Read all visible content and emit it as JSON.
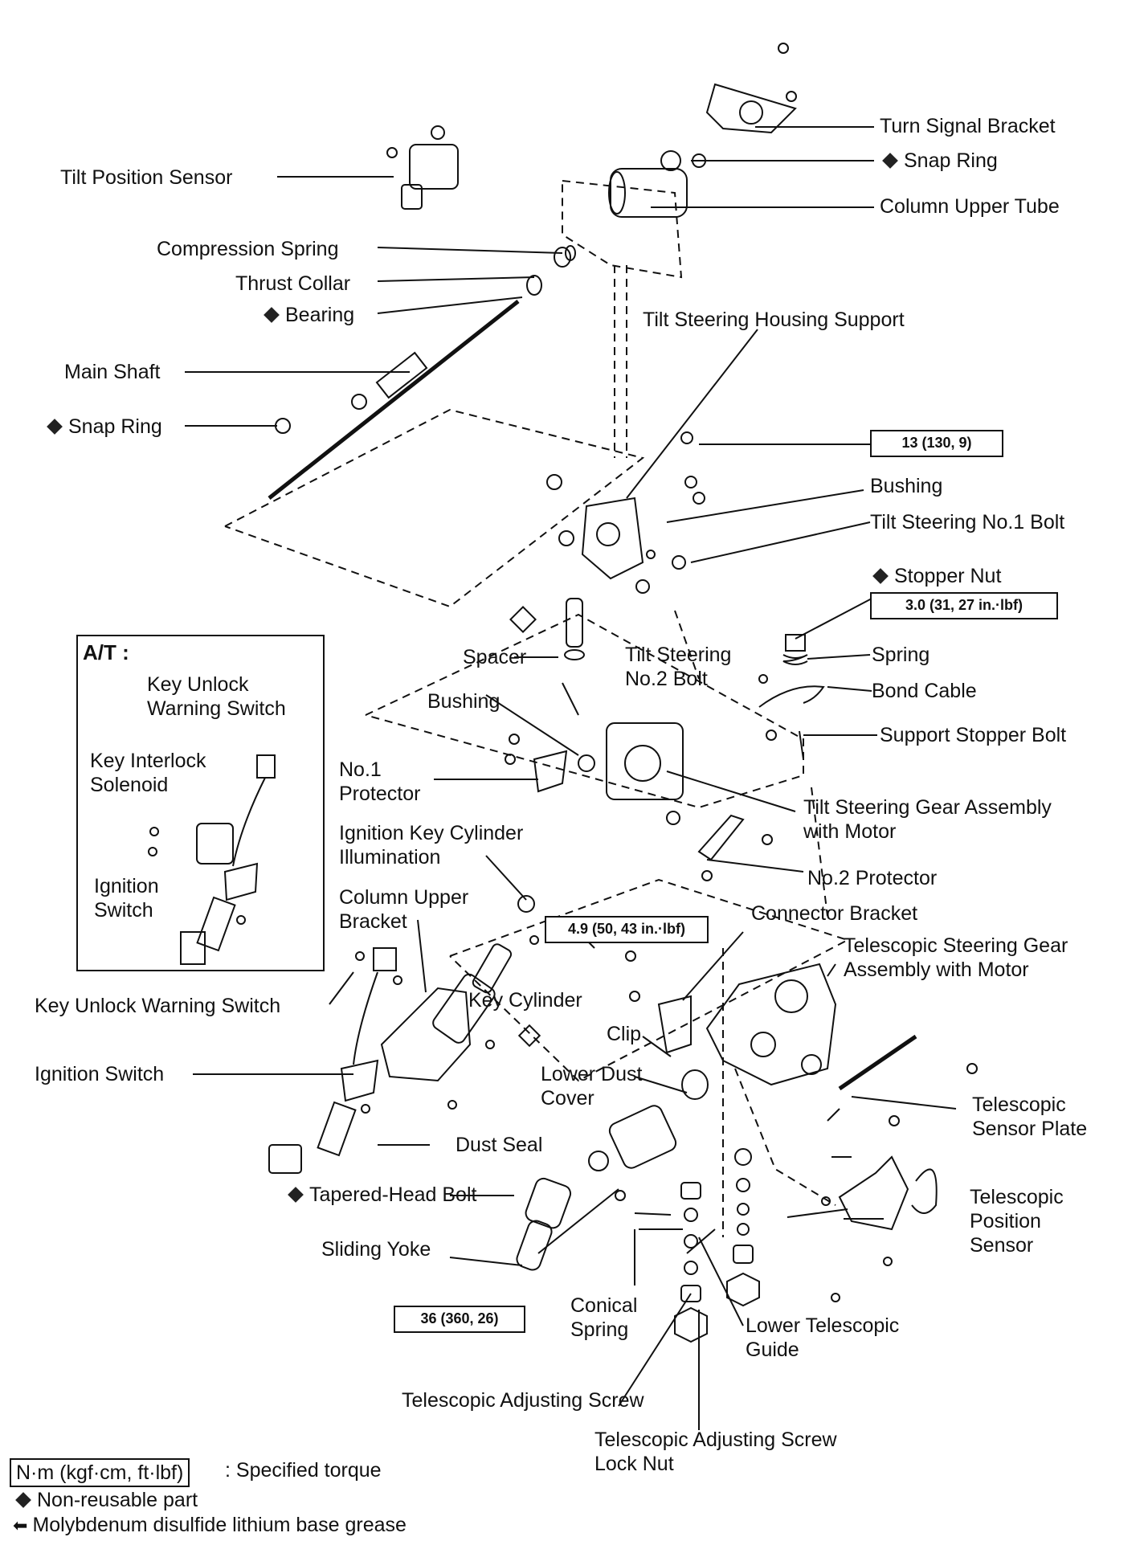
{
  "labels": {
    "turn_signal_bracket": "Turn Signal Bracket",
    "snap_ring_top": "Snap Ring",
    "column_upper_tube": "Column Upper Tube",
    "tilt_position_sensor": "Tilt Position Sensor",
    "compression_spring": "Compression Spring",
    "thrust_collar": "Thrust Collar",
    "bearing": "Bearing",
    "tilt_steering_housing_support": "Tilt Steering Housing Support",
    "main_shaft": "Main Shaft",
    "snap_ring_left": "Snap Ring",
    "bushing_right": "Bushing",
    "tilt_steering_no1_bolt": "Tilt Steering No.1 Bolt",
    "stopper_nut": "Stopper Nut",
    "spring": "Spring",
    "bond_cable": "Bond Cable",
    "support_stopper_bolt": "Support Stopper Bolt",
    "spacer": "Spacer",
    "tilt_steering_no2_bolt": "Tilt Steering\nNo.2 Bolt",
    "bushing_left": "Bushing",
    "no1_protector": "No.1\nProtector",
    "tilt_steering_gear_assembly": "Tilt Steering Gear Assembly\nwith Motor",
    "ignition_key_cylinder_illumination": "Ignition Key Cylinder\nIllumination",
    "no2_protector": "No.2 Protector",
    "column_upper_bracket": "Column Upper\nBracket",
    "connector_bracket": "Connector Bracket",
    "telescopic_steering_gear_assembly": "Telescopic Steering Gear\nAssembly with Motor",
    "key_unlock_warning_switch": "Key Unlock Warning Switch",
    "key_cylinder": "Key Cylinder",
    "clip": "Clip",
    "ignition_switch": "Ignition Switch",
    "lower_dust_cover": "Lower Dust\nCover",
    "telescopic_sensor_plate": "Telescopic\nSensor Plate",
    "dust_seal": "Dust Seal",
    "tapered_head_bolt": "Tapered-Head Bolt",
    "telescopic_position_sensor": "Telescopic\nPosition\nSensor",
    "sliding_yoke": "Sliding Yoke",
    "conical_spring": "Conical\nSpring",
    "lower_telescopic_guide": "Lower Telescopic\nGuide",
    "telescopic_adjusting_screw": "Telescopic Adjusting Screw",
    "telescopic_adjusting_screw_lock_nut": "Telescopic Adjusting Screw\nLock Nut"
  },
  "at_inset": {
    "title": "A/T :",
    "key_unlock_warning_switch": "Key Unlock\nWarning Switch",
    "key_interlock_solenoid": "Key Interlock\nSolenoid",
    "ignition_switch": "Ignition\nSwitch"
  },
  "torques": {
    "t13": "13 (130, 9)",
    "t3_0": "3.0 (31, 27 in.·lbf)",
    "t4_9": "4.9 (50, 43 in.·lbf)",
    "t36": "36 (360, 26)"
  },
  "legend": {
    "torque_unit": "N·m (kgf·cm, ft·lbf)",
    "torque_desc": ": Specified torque",
    "non_reusable": "Non-reusable part",
    "grease": "Molybdenum disulfide lithium base grease"
  },
  "colors": {
    "ink": "#111111",
    "paper": "#ffffff"
  },
  "icons": {
    "non_reusable": "diamond-icon",
    "grease": "arrow-icon"
  }
}
